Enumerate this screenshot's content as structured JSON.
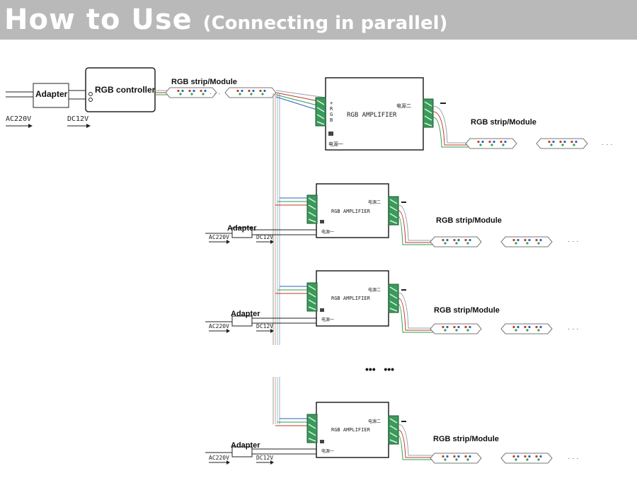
{
  "header": {
    "title": "How to Use",
    "subtitle": "(Connecting in parallel)"
  },
  "labels": {
    "adapter": "Adapter",
    "rgb_controller": "RGB controller",
    "strip": "RGB strip/Module",
    "ac": "AC220V",
    "dc": "DC12V",
    "amplifier": "RGB AMPLIFIER",
    "power_in": "电源一",
    "power_out": "电源二",
    "ellipsis": "•••   •••"
  },
  "colors": {
    "wire_red": "#c0392b",
    "wire_green": "#2e9e4f",
    "wire_blue": "#2f5fbf",
    "wire_white": "#9aa0a6",
    "terminal": "#3a9a5a"
  }
}
